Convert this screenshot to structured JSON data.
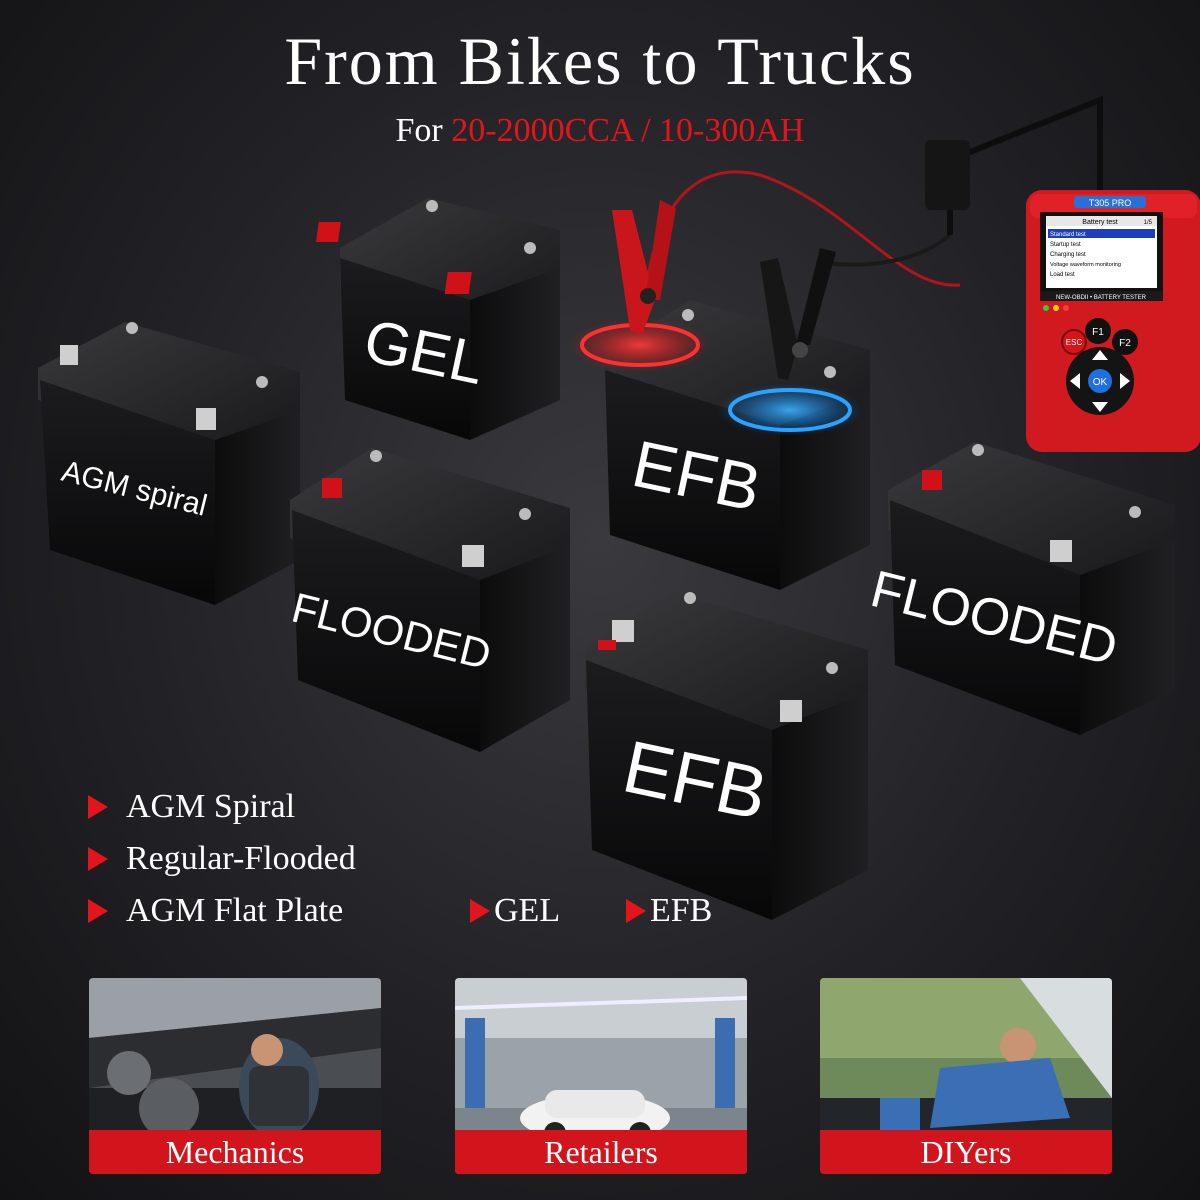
{
  "header": {
    "title": "From Bikes to Trucks",
    "subtitle_prefix": "For",
    "subtitle_range": "20-2000CCA / 10-300AH"
  },
  "batteries": {
    "agm": "AGM spiral",
    "gel": "GEL",
    "efb_top": "EFB",
    "flooded_left": "FLOODED",
    "flooded_right": "FLOODED",
    "efb_bottom": "EFB"
  },
  "tester": {
    "model": "T305 PRO",
    "screen_title": "Battery test",
    "screen_page": "1/5",
    "menu": [
      "Standard test",
      "Startup test",
      "Charging test",
      "Voltage waveform monitoring",
      "Load test"
    ],
    "brand_strip": "NEW-OBDII • BATTERY TESTER",
    "keys": {
      "f1": "F1",
      "f2": "F2",
      "esc": "ESC",
      "ok": "OK"
    }
  },
  "features": {
    "agm_spiral": "AGM Spiral",
    "regular_flooded": "Regular-Flooded",
    "agm_flat_plate": "AGM Flat Plate",
    "gel": "GEL",
    "efb": "EFB"
  },
  "users": [
    {
      "label": "Mechanics"
    },
    {
      "label": "Retailers"
    },
    {
      "label": "DIYers"
    }
  ],
  "colors": {
    "accent": "#e3141b",
    "band": "#d2151c",
    "clamp_red": "#c8161c",
    "clamp_blue": "#1e8fff"
  }
}
